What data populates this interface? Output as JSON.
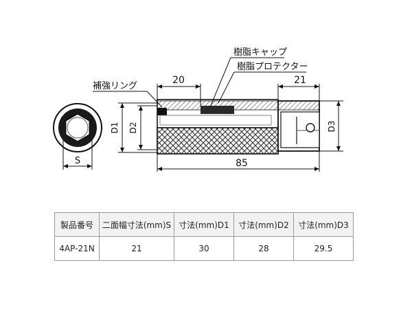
{
  "callouts": {
    "resin_cap": "樹脂キャップ",
    "resin_protector": "樹脂プロテクター",
    "reinforcement_ring": "補強リング"
  },
  "dimensions": {
    "top_left": "20",
    "top_right": "21",
    "total_length": "85",
    "width_s": "S",
    "d1": "D1",
    "d2": "D2",
    "d3": "D3"
  },
  "spec_table": {
    "headers": [
      "製品番号",
      "二面幅寸法(mm)S",
      "寸法(mm)D1",
      "寸法(mm)D2",
      "寸法(mm)D3"
    ],
    "rows": [
      [
        "4AP-21N",
        "21",
        "30",
        "28",
        "29.5"
      ]
    ]
  }
}
